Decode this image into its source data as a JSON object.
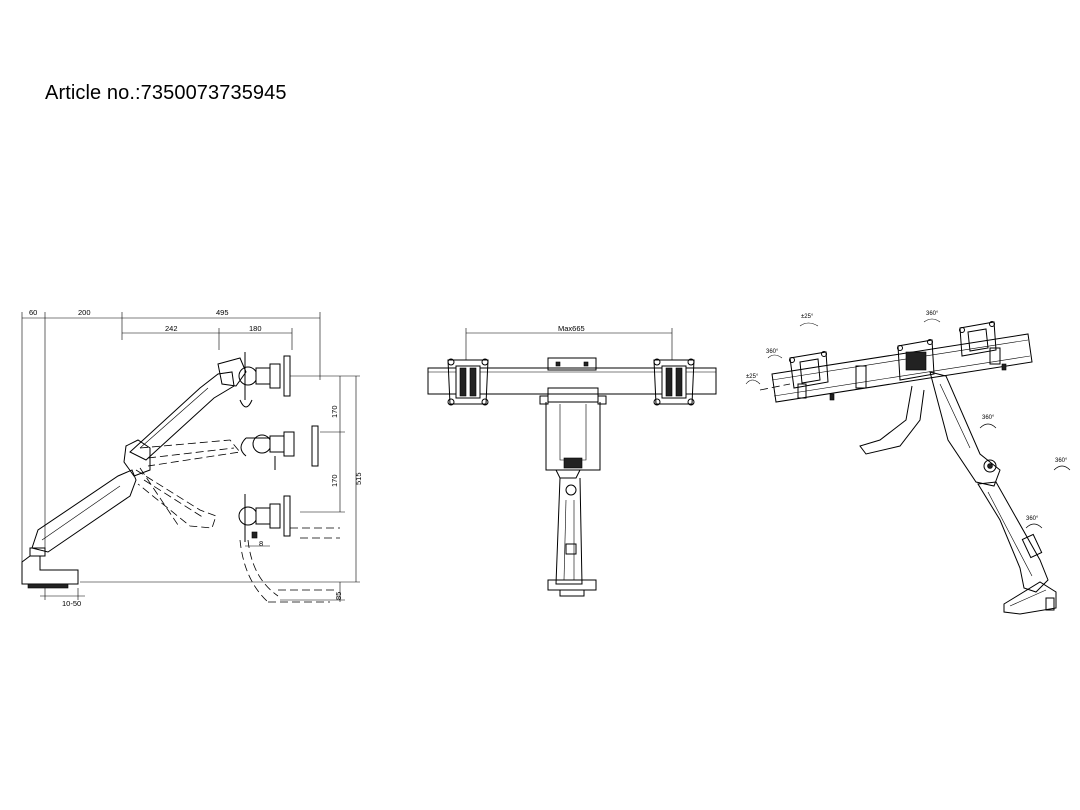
{
  "header": {
    "article_label": "Article no.:7350073735945"
  },
  "side_view": {
    "dims": {
      "d60": "60",
      "d200": "200",
      "d495": "495",
      "d242": "242",
      "d180": "180",
      "d170a": "170",
      "d170b": "170",
      "d515": "515",
      "d8": "8",
      "d85": "85",
      "d1050": "10-50"
    }
  },
  "front_view": {
    "dims": {
      "max_width": "Max665"
    }
  },
  "iso_view": {
    "rotations": {
      "tilt_left": "±25°",
      "rot_left": "360°",
      "rot_center": "360°",
      "tilt_center": "±25°",
      "pivot_arm": "360°",
      "pivot_mid": "360°",
      "pivot_base": "360°"
    }
  },
  "colors": {
    "line": "#000000",
    "background": "#ffffff"
  }
}
